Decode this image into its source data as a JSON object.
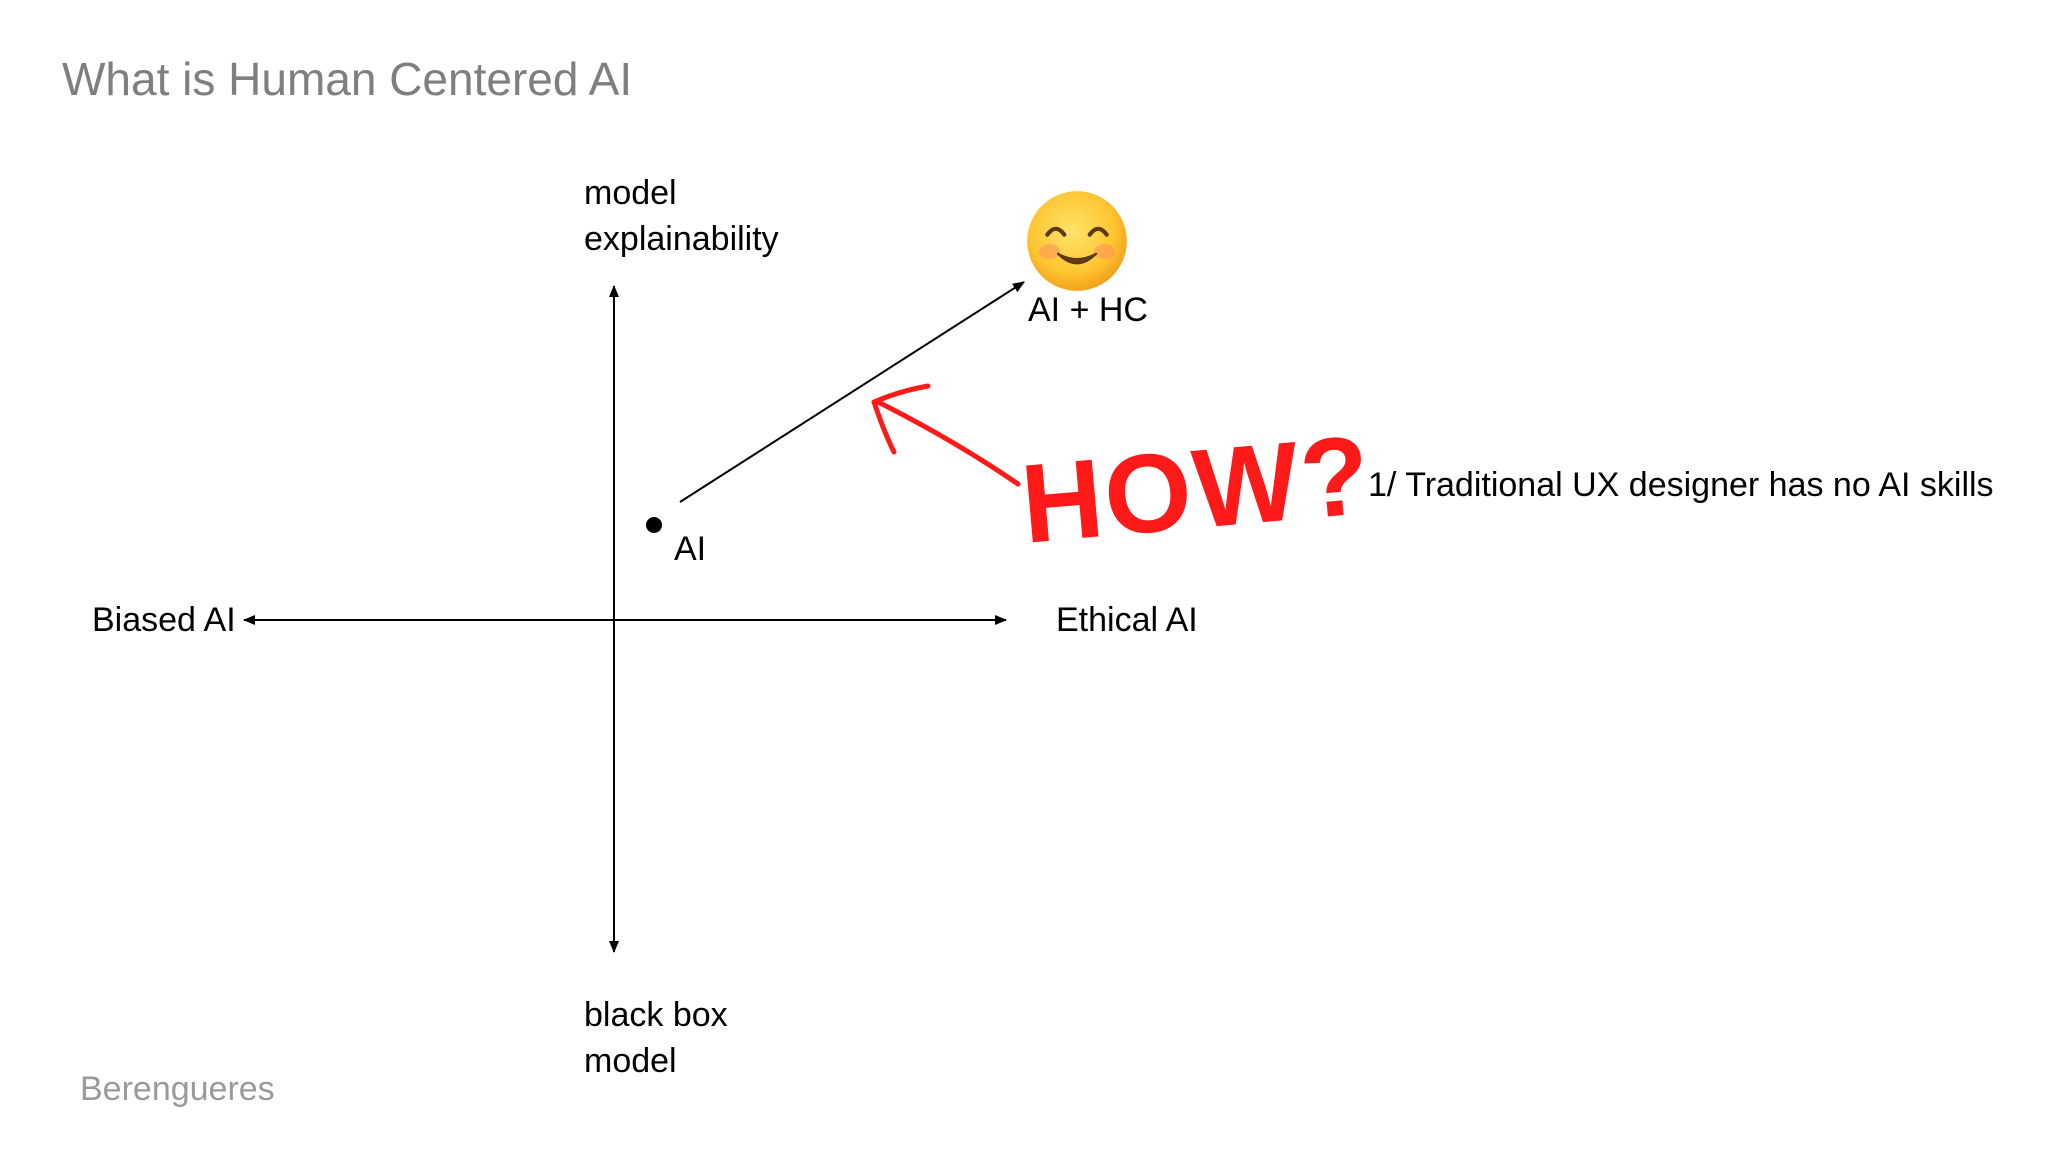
{
  "title": "What is Human Centered AI",
  "axes": {
    "top": [
      "model",
      "explainability"
    ],
    "bottom": [
      "black box",
      "model"
    ],
    "left": "Biased AI",
    "right": "Ethical AI"
  },
  "points": {
    "start": "AI",
    "target": "AI + HC"
  },
  "annotation": {
    "how": "HOW?",
    "note": "1/ Traditional UX designer has no AI skills",
    "color": "#ff1a1a"
  },
  "icons": {
    "target_icon": "smiling-face-icon"
  },
  "footer": "Berengueres"
}
